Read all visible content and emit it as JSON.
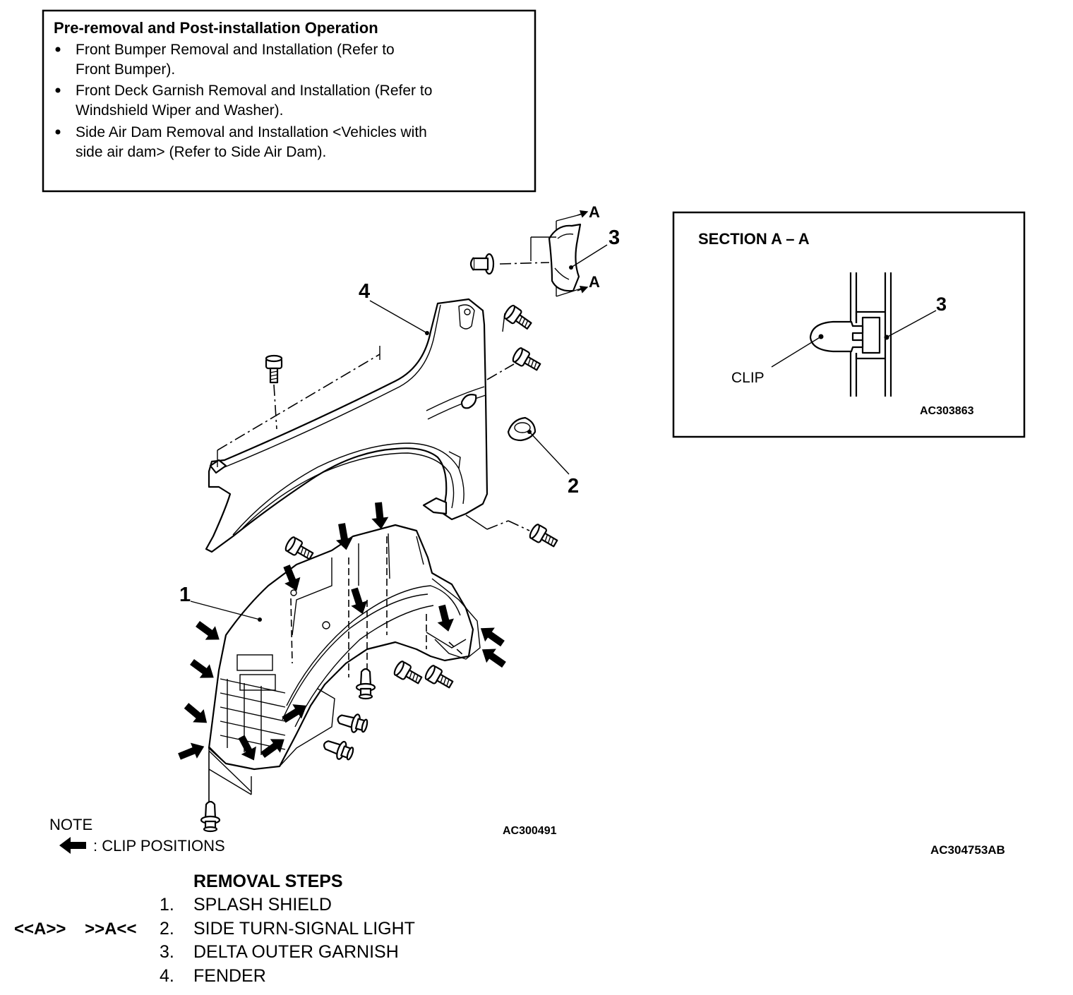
{
  "info_box": {
    "title": "Pre-removal and Post-installation Operation",
    "bullets": [
      {
        "line1": "Front Bumper Removal and Installation (Refer to",
        "line2": "Front Bumper)."
      },
      {
        "line1": "Front Deck Garnish Removal and Installation (Refer to",
        "line2": "Windshield Wiper and Washer)."
      },
      {
        "line1": "Side Air Dam Removal and Installation <Vehicles with",
        "line2": "side air dam> (Refer to Side Air Dam)."
      }
    ]
  },
  "section": {
    "title": "SECTION A – A",
    "clip_label": "CLIP",
    "part_number": "3",
    "figure_code": "AC303863"
  },
  "main_figure": {
    "callouts": {
      "one": "1",
      "two": "2",
      "three": "3",
      "four": "4"
    },
    "section_marker_top": "A",
    "section_marker_bottom": "A",
    "figure_code": "AC300491"
  },
  "note": {
    "title": "NOTE",
    "clip_positions": ": CLIP POSITIONS"
  },
  "sheet_code": "AC304753AB",
  "removal_steps": {
    "title": "REMOVAL STEPS",
    "service_points": "<<A>>    >>A<<",
    "steps": [
      {
        "num": "1.",
        "label": "SPLASH SHIELD"
      },
      {
        "num": "2.",
        "label": "SIDE TURN-SIGNAL LIGHT"
      },
      {
        "num": "3.",
        "label": "DELTA OUTER GARNISH"
      },
      {
        "num": "4.",
        "label": "FENDER"
      }
    ]
  }
}
